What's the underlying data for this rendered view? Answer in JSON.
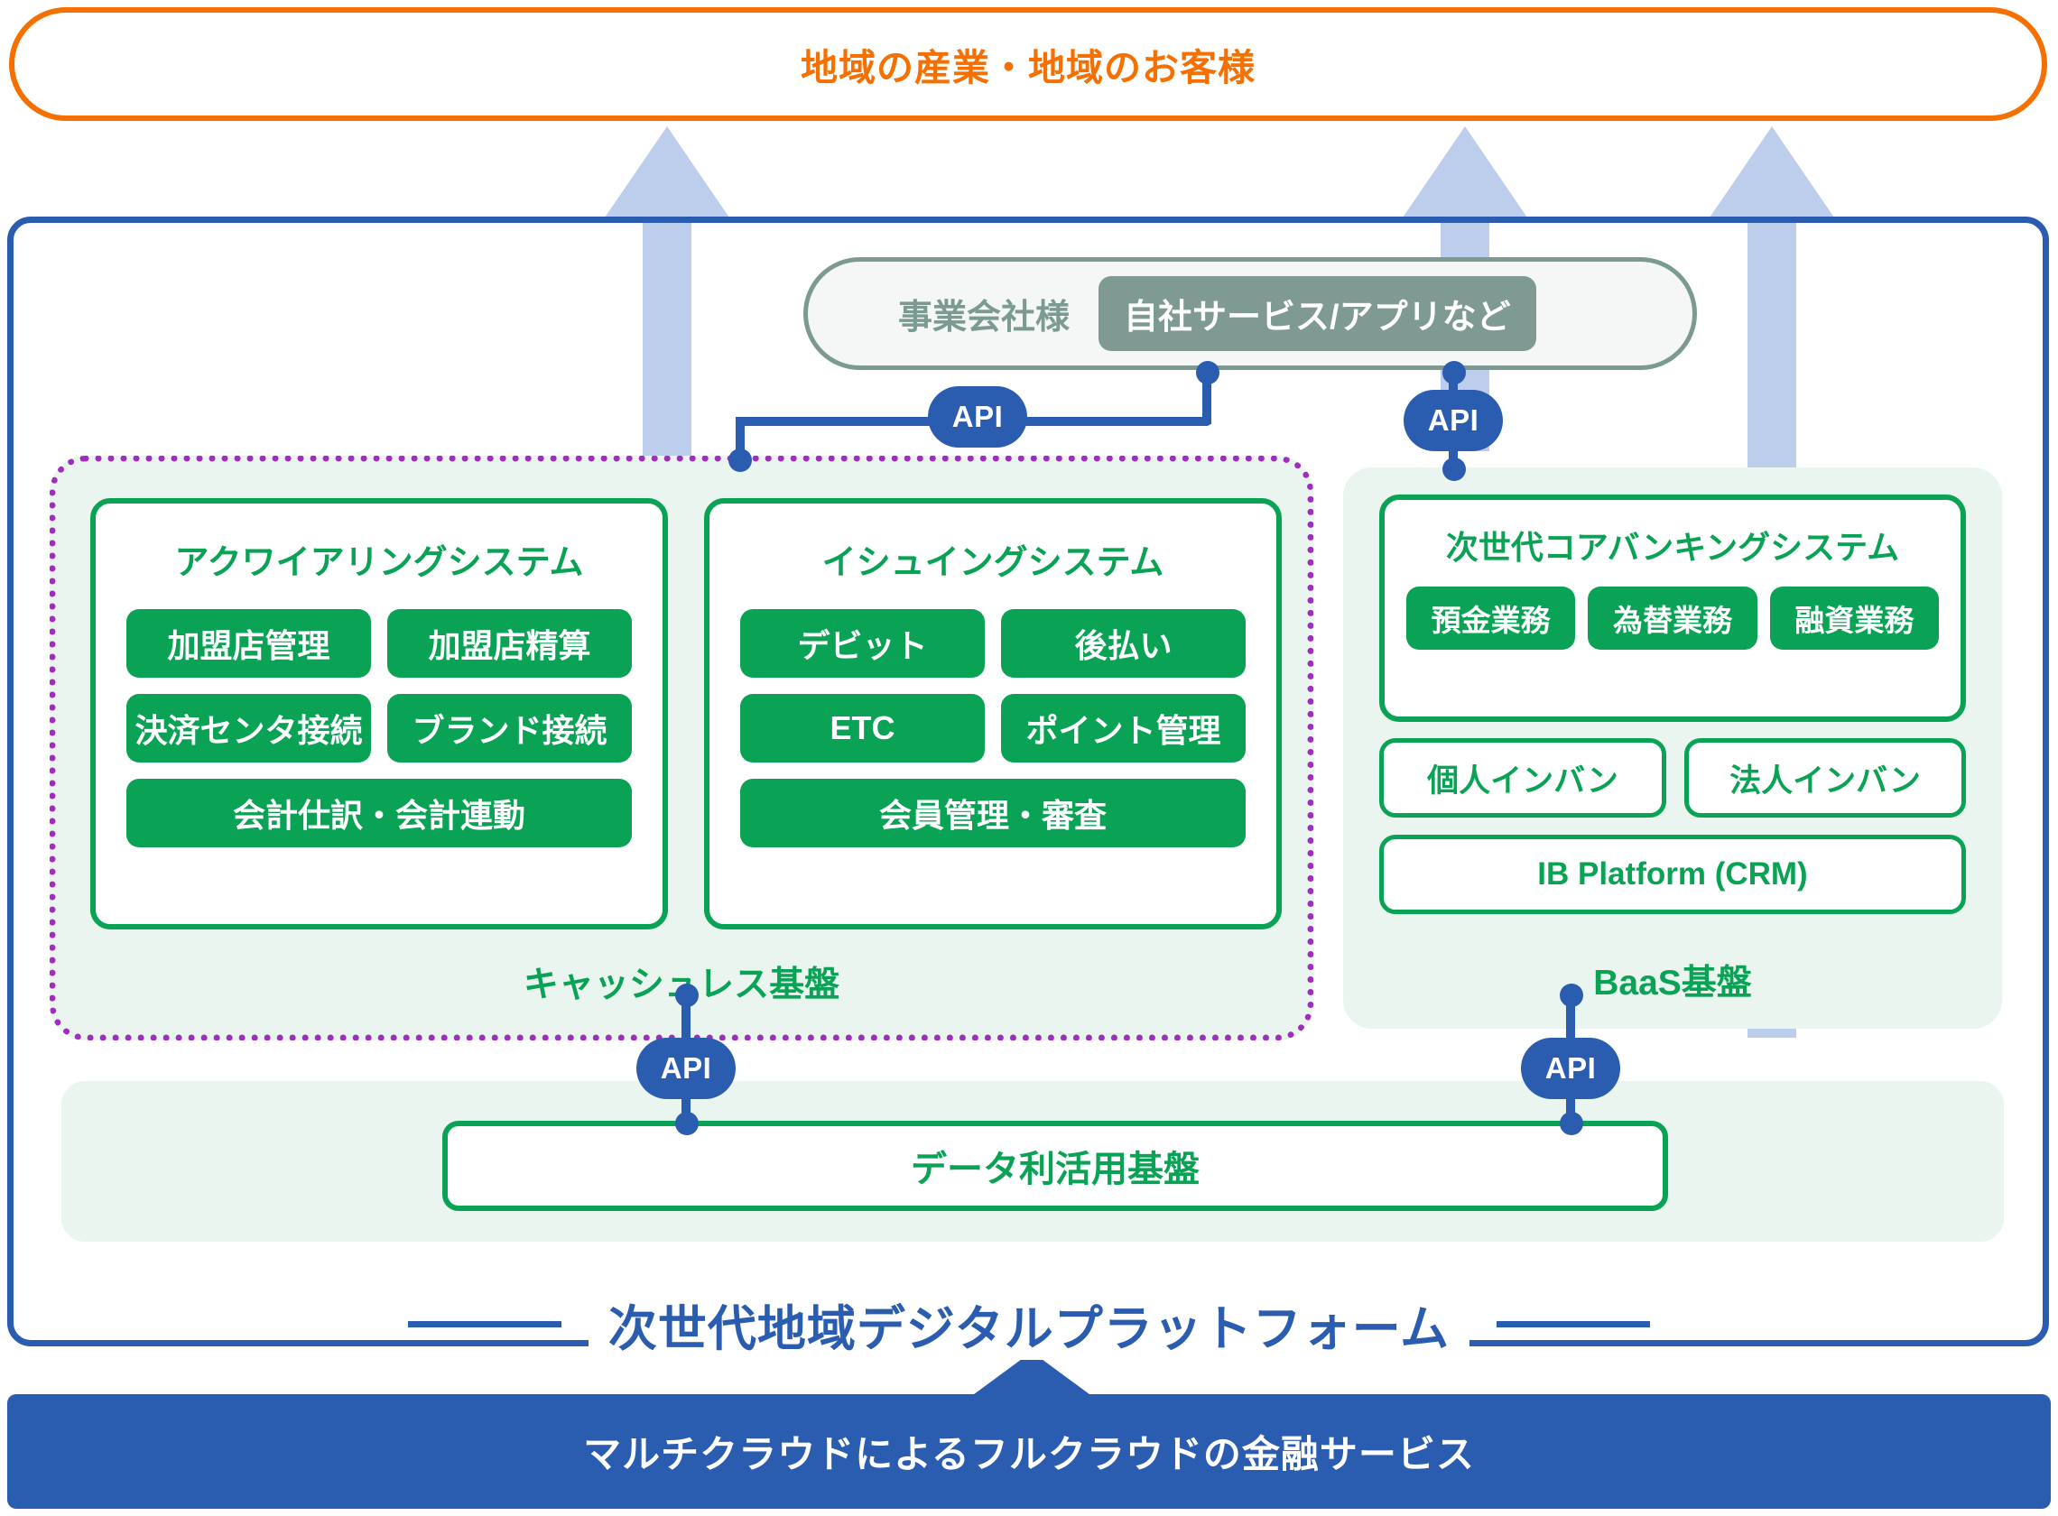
{
  "top_banner": {
    "label": "地域の産業・地域のお客様",
    "color": "#f57000"
  },
  "business_company": {
    "label": "事業会社様",
    "chip_label": "自社サービス/アプリなど",
    "chip_color": "#7f9a93"
  },
  "api_labels": {
    "service_to_cashless": "API",
    "service_to_baas": "API",
    "cashless_to_data": "API",
    "baas_to_data": "API"
  },
  "cashless_platform": {
    "caption": "キャッシュレス基盤",
    "border_color": "#a02cc0",
    "systems": [
      {
        "title": "アクワイアリングシステム",
        "features": [
          {
            "label": "加盟店管理",
            "span": "half"
          },
          {
            "label": "加盟店精算",
            "span": "half"
          },
          {
            "label": "決済センタ接続",
            "span": "half"
          },
          {
            "label": "ブランド接続",
            "span": "half"
          },
          {
            "label": "会計仕訳・会計連動",
            "span": "full"
          }
        ]
      },
      {
        "title": "イシュイングシステム",
        "features": [
          {
            "label": "デビット",
            "span": "half"
          },
          {
            "label": "後払い",
            "span": "half"
          },
          {
            "label": "ETC",
            "span": "half"
          },
          {
            "label": "ポイント管理",
            "span": "half"
          },
          {
            "label": "会員管理・審査",
            "span": "full"
          }
        ]
      }
    ]
  },
  "baas_platform": {
    "caption": "BaaS基盤",
    "core_banking": {
      "title": "次世代コアバンキングシステム",
      "features": [
        {
          "label": "預金業務"
        },
        {
          "label": "為替業務"
        },
        {
          "label": "融資業務"
        }
      ]
    },
    "outline_items": [
      {
        "label": "個人インバン"
      },
      {
        "label": "法人インバン"
      },
      {
        "label": "IB Platform (CRM)"
      }
    ]
  },
  "data_platform": {
    "label": "データ利活用基盤"
  },
  "platform_title": {
    "label": "次世代地域デジタルプラットフォーム",
    "color": "#2a5cb0"
  },
  "cloud_bar": {
    "label": "マルチクラウドによるフルクラウドの金融サービス",
    "color": "#2a5cb0"
  },
  "theme": {
    "green": "#0aa355",
    "light_green": "#e9f5ee",
    "blue": "#2a5cb0",
    "arrow_blue": "#bdcdec",
    "orange": "#f57000",
    "purple": "#a02cc0",
    "gray_green": "#7b9a91"
  }
}
